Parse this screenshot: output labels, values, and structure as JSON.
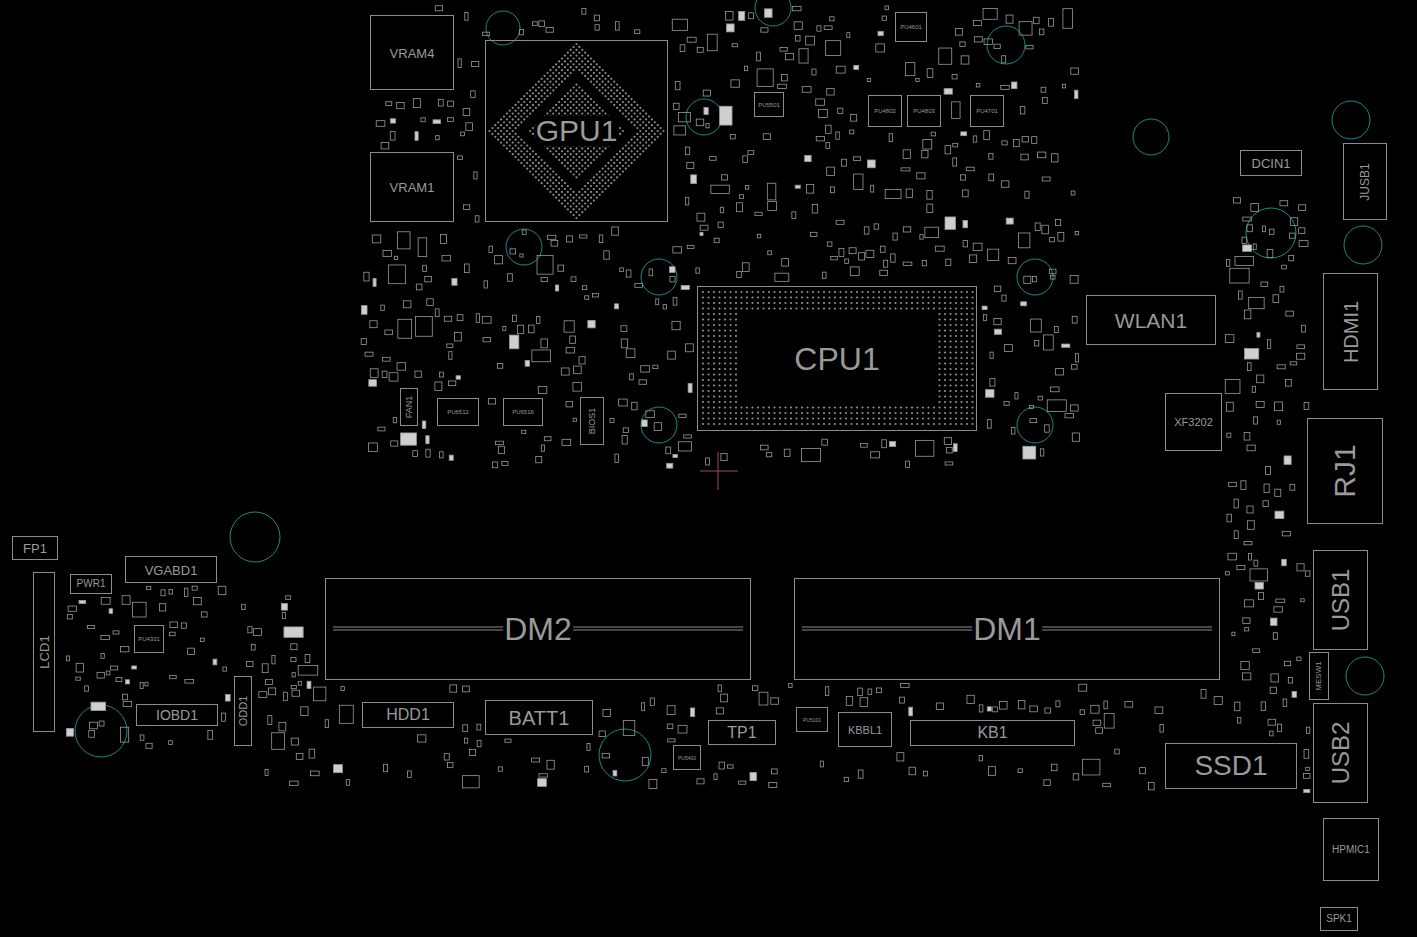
{
  "diagram": {
    "nodes": [
      {
        "text": [
          "VRAM4"
        ]
      },
      {
        "text": [
          "PU4601"
        ]
      },
      {
        "text": [
          "GPU1"
        ]
      },
      {
        "text": [
          "PU5501"
        ]
      },
      {
        "text": [
          "PU4802"
        ]
      },
      {
        "text": [
          "PU4803"
        ]
      },
      {
        "text": [
          "PU4701"
        ]
      },
      {
        "text": [
          "JUSB1"
        ]
      },
      {
        "text": [
          "DCIN1"
        ]
      },
      {
        "text": [
          "VRAM1"
        ]
      },
      {
        "text": [
          "HDMI1"
        ]
      },
      {
        "text": [
          "WLAN1"
        ]
      },
      {
        "text": [
          "CPU1"
        ]
      },
      {
        "text": [
          "FAN1"
        ]
      },
      {
        "text": [
          "PU6512"
        ]
      },
      {
        "text": [
          "PU6516"
        ]
      },
      {
        "text": [
          "BIOS1"
        ]
      },
      {
        "text": [
          "XF3202"
        ]
      },
      {
        "text": [
          "RJ1"
        ]
      },
      {
        "text": [
          "FP1"
        ]
      },
      {
        "text": [
          "VGABD1"
        ]
      },
      {
        "text": [
          "USB1"
        ]
      },
      {
        "text": [
          "LCD1"
        ]
      },
      {
        "text": [
          "PWR1"
        ]
      },
      {
        "text": [
          "DM2"
        ]
      },
      {
        "text": [
          "DM1"
        ]
      },
      {
        "text": [
          "PU4301"
        ]
      },
      {
        "text": [
          "MESW1"
        ]
      },
      {
        "text": [
          "ODD1"
        ]
      },
      {
        "text": [
          "BATT1"
        ]
      },
      {
        "text": [
          "HDD1"
        ]
      },
      {
        "text": [
          "USB2"
        ]
      },
      {
        "text": [
          "IOBD1"
        ]
      },
      {
        "text": [
          "PU5101"
        ]
      },
      {
        "text": [
          "KBBL1"
        ]
      },
      {
        "text": [
          "TP1"
        ]
      },
      {
        "text": [
          "KB1"
        ]
      },
      {
        "text": [
          "SSD1"
        ]
      },
      {
        "text": [
          "PU5400"
        ]
      },
      {
        "text": [
          "HPMIC1"
        ]
      },
      {
        "text": [
          "SPK1"
        ]
      }
    ]
  }
}
